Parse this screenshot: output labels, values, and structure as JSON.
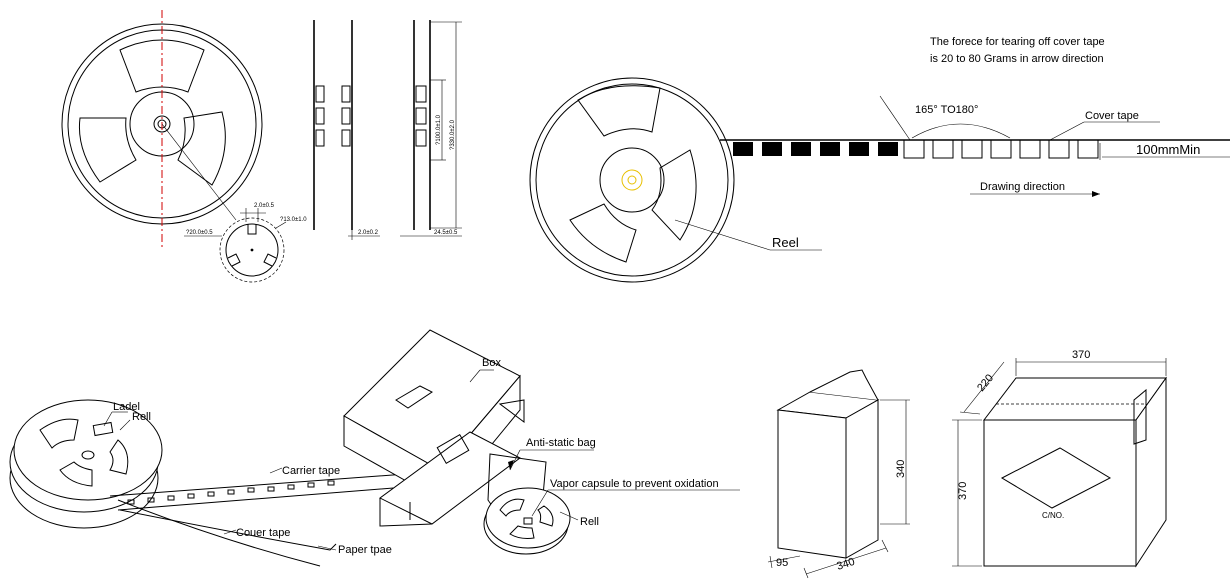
{
  "dimensions": {
    "hub_dia": "?20.0±0.5",
    "slot_width": "2.0±0.5",
    "center_hole": "?13.0±1.0",
    "flange_thickness": "2.0±0.2",
    "hub_dia_side": "?100.0±1.0",
    "reel_dia": "?330.0±2.0",
    "reel_width": "24.5±0.5"
  },
  "tape_diagram": {
    "note_line1": "The forece for tearing off cover tape",
    "note_line2": "is 20 to 80 Grams in arrow direction",
    "angle": "165° TO180°",
    "cover_tape": "Cover tape",
    "min_length": "100mmMin",
    "drawing_direction": "Drawing direction",
    "reel": "Reel"
  },
  "reel_assembly": {
    "ladel": "Ladel",
    "rell": "Rell",
    "carrier_tape": "Carrier tape",
    "couer_tape": "Couer tape",
    "paper_tape": "Paper tpae"
  },
  "packing": {
    "box": "Box",
    "anti_static_bag": "Anti-static bag",
    "vapor_capsule": "Vapor capsule to prevent oxidation",
    "rell": "Rell"
  },
  "inner_box": {
    "height": "340",
    "depth": "95",
    "width": "340"
  },
  "outer_box": {
    "width": "370",
    "depth": "220",
    "height": "370",
    "label": "C/NO."
  }
}
